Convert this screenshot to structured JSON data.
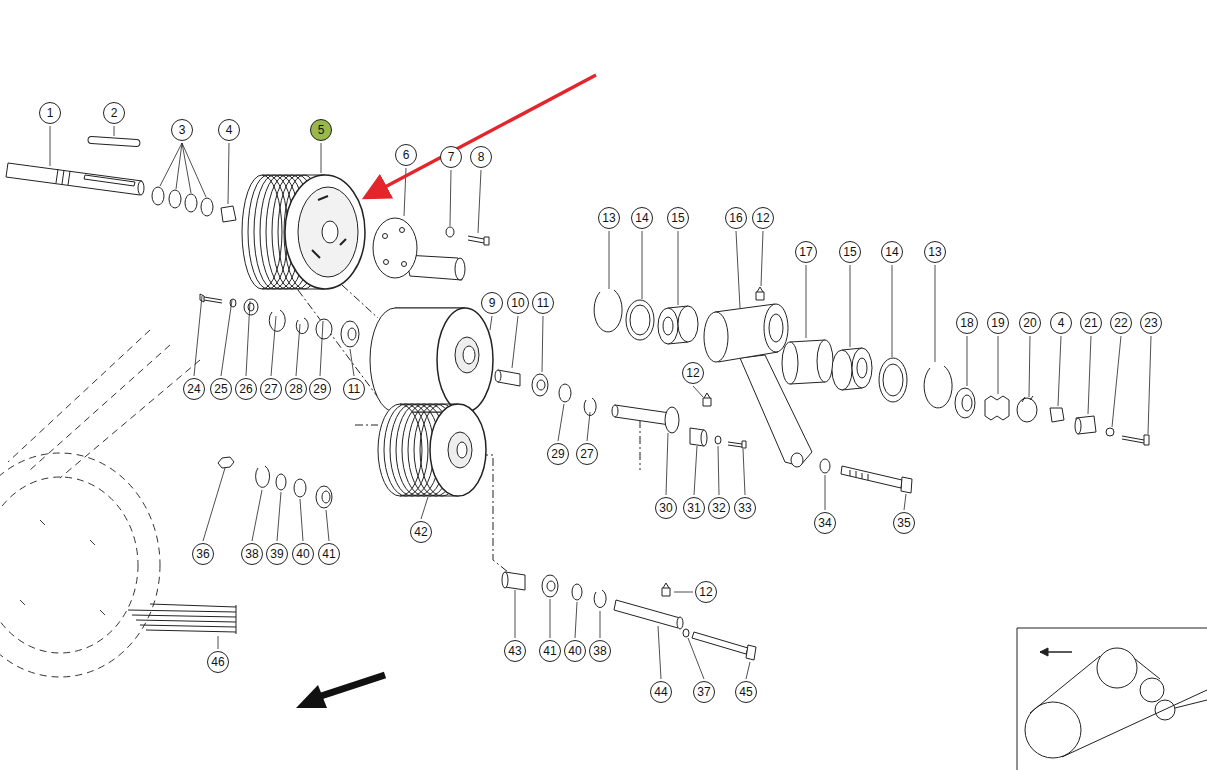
{
  "diagram": {
    "nodes": [
      {
        "text": [
          "1"
        ]
      },
      {
        "text": [
          "2"
        ]
      },
      {
        "text": [
          "3"
        ]
      },
      {
        "text": [
          "4"
        ]
      },
      {
        "text": [
          "5"
        ]
      },
      {
        "text": [
          "6"
        ]
      },
      {
        "text": [
          "7"
        ]
      },
      {
        "text": [
          "8"
        ]
      },
      {
        "text": [
          "13"
        ]
      },
      {
        "text": [
          "14"
        ]
      },
      {
        "text": [
          "15"
        ]
      },
      {
        "text": [
          "16"
        ]
      },
      {
        "text": [
          "12"
        ]
      },
      {
        "text": [
          "17"
        ]
      },
      {
        "text": [
          "15"
        ]
      },
      {
        "text": [
          "14"
        ]
      },
      {
        "text": [
          "13"
        ]
      },
      {
        "text": [
          "9"
        ]
      },
      {
        "text": [
          "10"
        ]
      },
      {
        "text": [
          "11"
        ]
      },
      {
        "text": [
          "18"
        ]
      },
      {
        "text": [
          "19"
        ]
      },
      {
        "text": [
          "20"
        ]
      },
      {
        "text": [
          "4"
        ]
      },
      {
        "text": [
          "21"
        ]
      },
      {
        "text": [
          "22"
        ]
      },
      {
        "text": [
          "23"
        ]
      },
      {
        "text": [
          "12"
        ]
      },
      {
        "text": [
          "24"
        ]
      },
      {
        "text": [
          "25"
        ]
      },
      {
        "text": [
          "26"
        ]
      },
      {
        "text": [
          "27"
        ]
      },
      {
        "text": [
          "28"
        ]
      },
      {
        "text": [
          "29"
        ]
      },
      {
        "text": [
          "11"
        ]
      },
      {
        "text": [
          "29"
        ]
      },
      {
        "text": [
          "27"
        ]
      },
      {
        "text": [
          "30"
        ]
      },
      {
        "text": [
          "31"
        ]
      },
      {
        "text": [
          "32"
        ]
      },
      {
        "text": [
          "33"
        ]
      },
      {
        "text": [
          "34"
        ]
      },
      {
        "text": [
          "35"
        ]
      },
      {
        "text": [
          "42"
        ]
      },
      {
        "text": [
          "36"
        ]
      },
      {
        "text": [
          "38"
        ]
      },
      {
        "text": [
          "39"
        ]
      },
      {
        "text": [
          "40"
        ]
      },
      {
        "text": [
          "41"
        ]
      },
      {
        "text": [
          "12"
        ]
      },
      {
        "text": [
          "43"
        ]
      },
      {
        "text": [
          "41"
        ]
      },
      {
        "text": [
          "40"
        ]
      },
      {
        "text": [
          "38"
        ]
      },
      {
        "text": [
          "46"
        ]
      },
      {
        "text": [
          "44"
        ]
      },
      {
        "text": [
          "37"
        ]
      },
      {
        "text": [
          "45"
        ]
      }
    ]
  }
}
